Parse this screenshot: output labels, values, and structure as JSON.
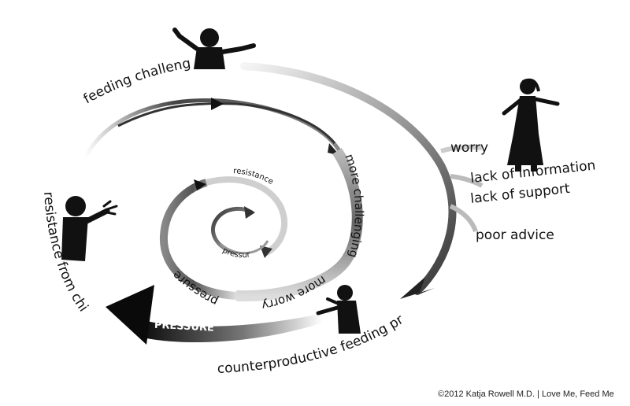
{
  "labels": {
    "feeding_challenge": "feeding challenge",
    "worry": "worry",
    "lack_of_information": "lack of information",
    "lack_of_support": "lack of support",
    "poor_advice": "poor advice",
    "more_challenging": "more challenging",
    "more_worry": "more worry",
    "pressure_small": "pressure",
    "pressure_inner": "pressure",
    "resistance_inner": "resistance",
    "resistance_from_child": "resistance from child",
    "pressure_arrow": "PRESSURE",
    "counterproductive": "counterproductive feeding practice"
  },
  "credit": "©2012 Katja Rowell M.D.  |  Love Me, Feed Me",
  "colors": {
    "ink": "#111111",
    "spiral_dark": "#3a3a3a",
    "spiral_light": "#d8d8d8",
    "background": "#ffffff"
  },
  "icons": [
    "child-raised-arms-icon",
    "woman-silhouette-icon",
    "child-refusing-icon",
    "adult-pushing-icon"
  ]
}
